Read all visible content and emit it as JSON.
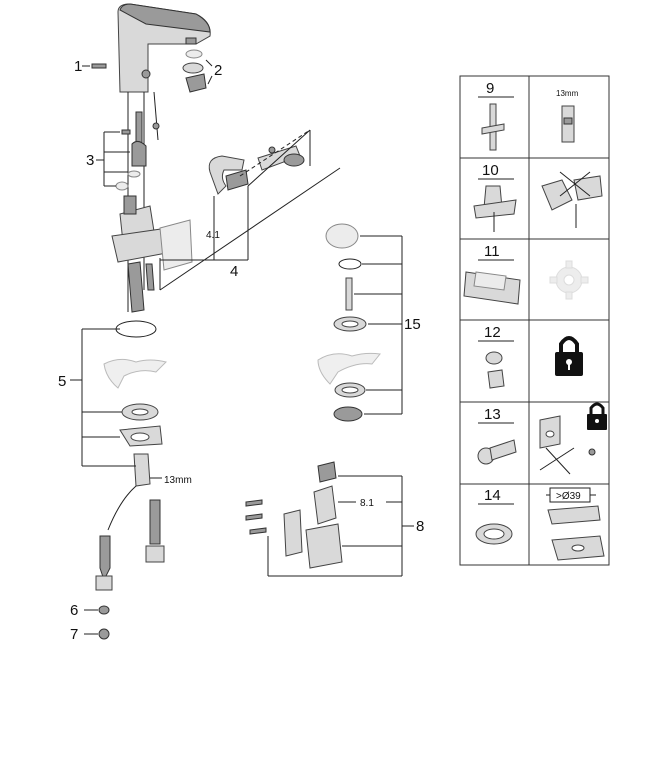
{
  "callouts": {
    "c1": "1",
    "c2": "2",
    "c3": "3",
    "c4": "4",
    "c4_1": "4.1",
    "c5": "5",
    "c6": "6",
    "c7": "7",
    "c8": "8",
    "c8_1": "8.1",
    "c15": "15",
    "wrench_size": "13mm"
  },
  "accessories": {
    "r9": {
      "number": "9",
      "wrench_size": "13mm"
    },
    "r10": {
      "number": "10"
    },
    "r11": {
      "number": "11"
    },
    "r12": {
      "number": "12"
    },
    "r13": {
      "number": "13"
    },
    "r14": {
      "number": "14",
      "hole_diameter": ">Ø39"
    }
  }
}
